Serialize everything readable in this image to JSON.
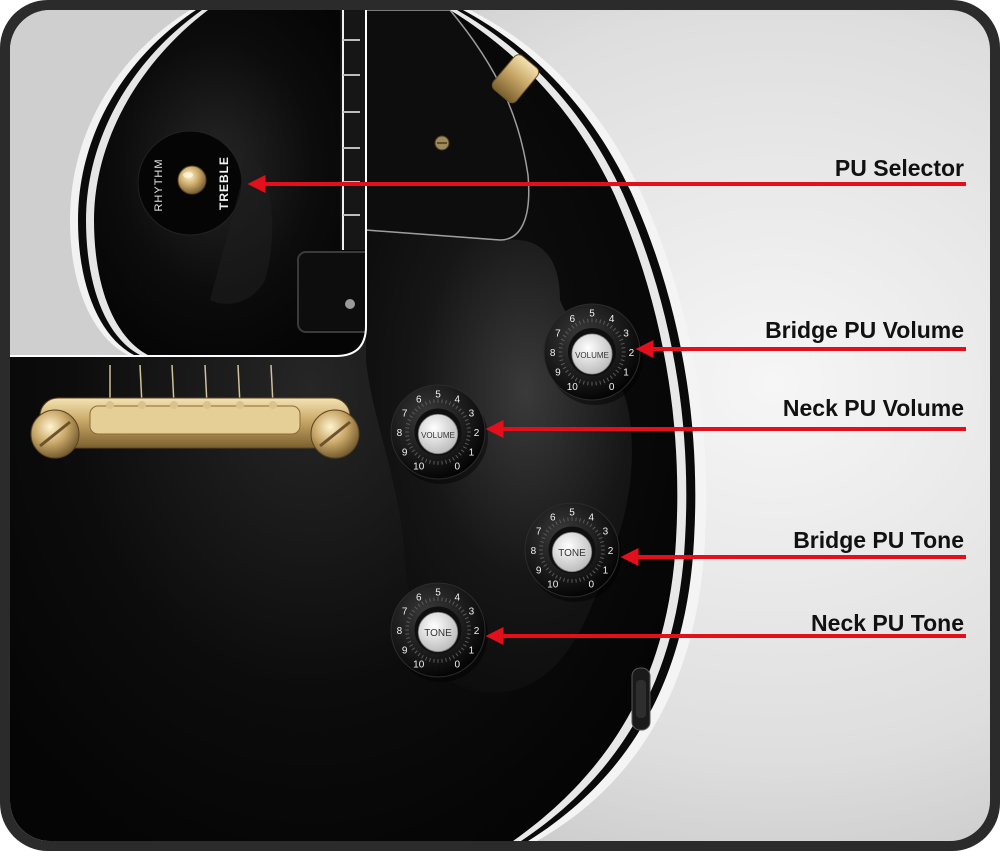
{
  "colors": {
    "frame": "#2b2b2b",
    "background": "#d7d7d7",
    "body": "#080808",
    "arrow": "#e3101b",
    "label": "#111111",
    "gold": "#c9a868"
  },
  "selector": {
    "top_word": "RHYTHM",
    "bottom_word": "TREBLE"
  },
  "knobs": [
    {
      "id": "bridge-volume",
      "cap": "VOLUME"
    },
    {
      "id": "neck-volume",
      "cap": "VOLUME"
    },
    {
      "id": "bridge-tone",
      "cap": "TONE"
    },
    {
      "id": "neck-tone",
      "cap": "TONE"
    }
  ],
  "knob_scale": [
    "0",
    "1",
    "2",
    "3",
    "4",
    "5",
    "6",
    "7",
    "8",
    "9",
    "10"
  ],
  "callouts": [
    {
      "label": "PU Selector"
    },
    {
      "label": "Bridge PU Volume"
    },
    {
      "label": "Neck PU Volume"
    },
    {
      "label": "Bridge PU Tone"
    },
    {
      "label": "Neck PU Tone"
    }
  ]
}
